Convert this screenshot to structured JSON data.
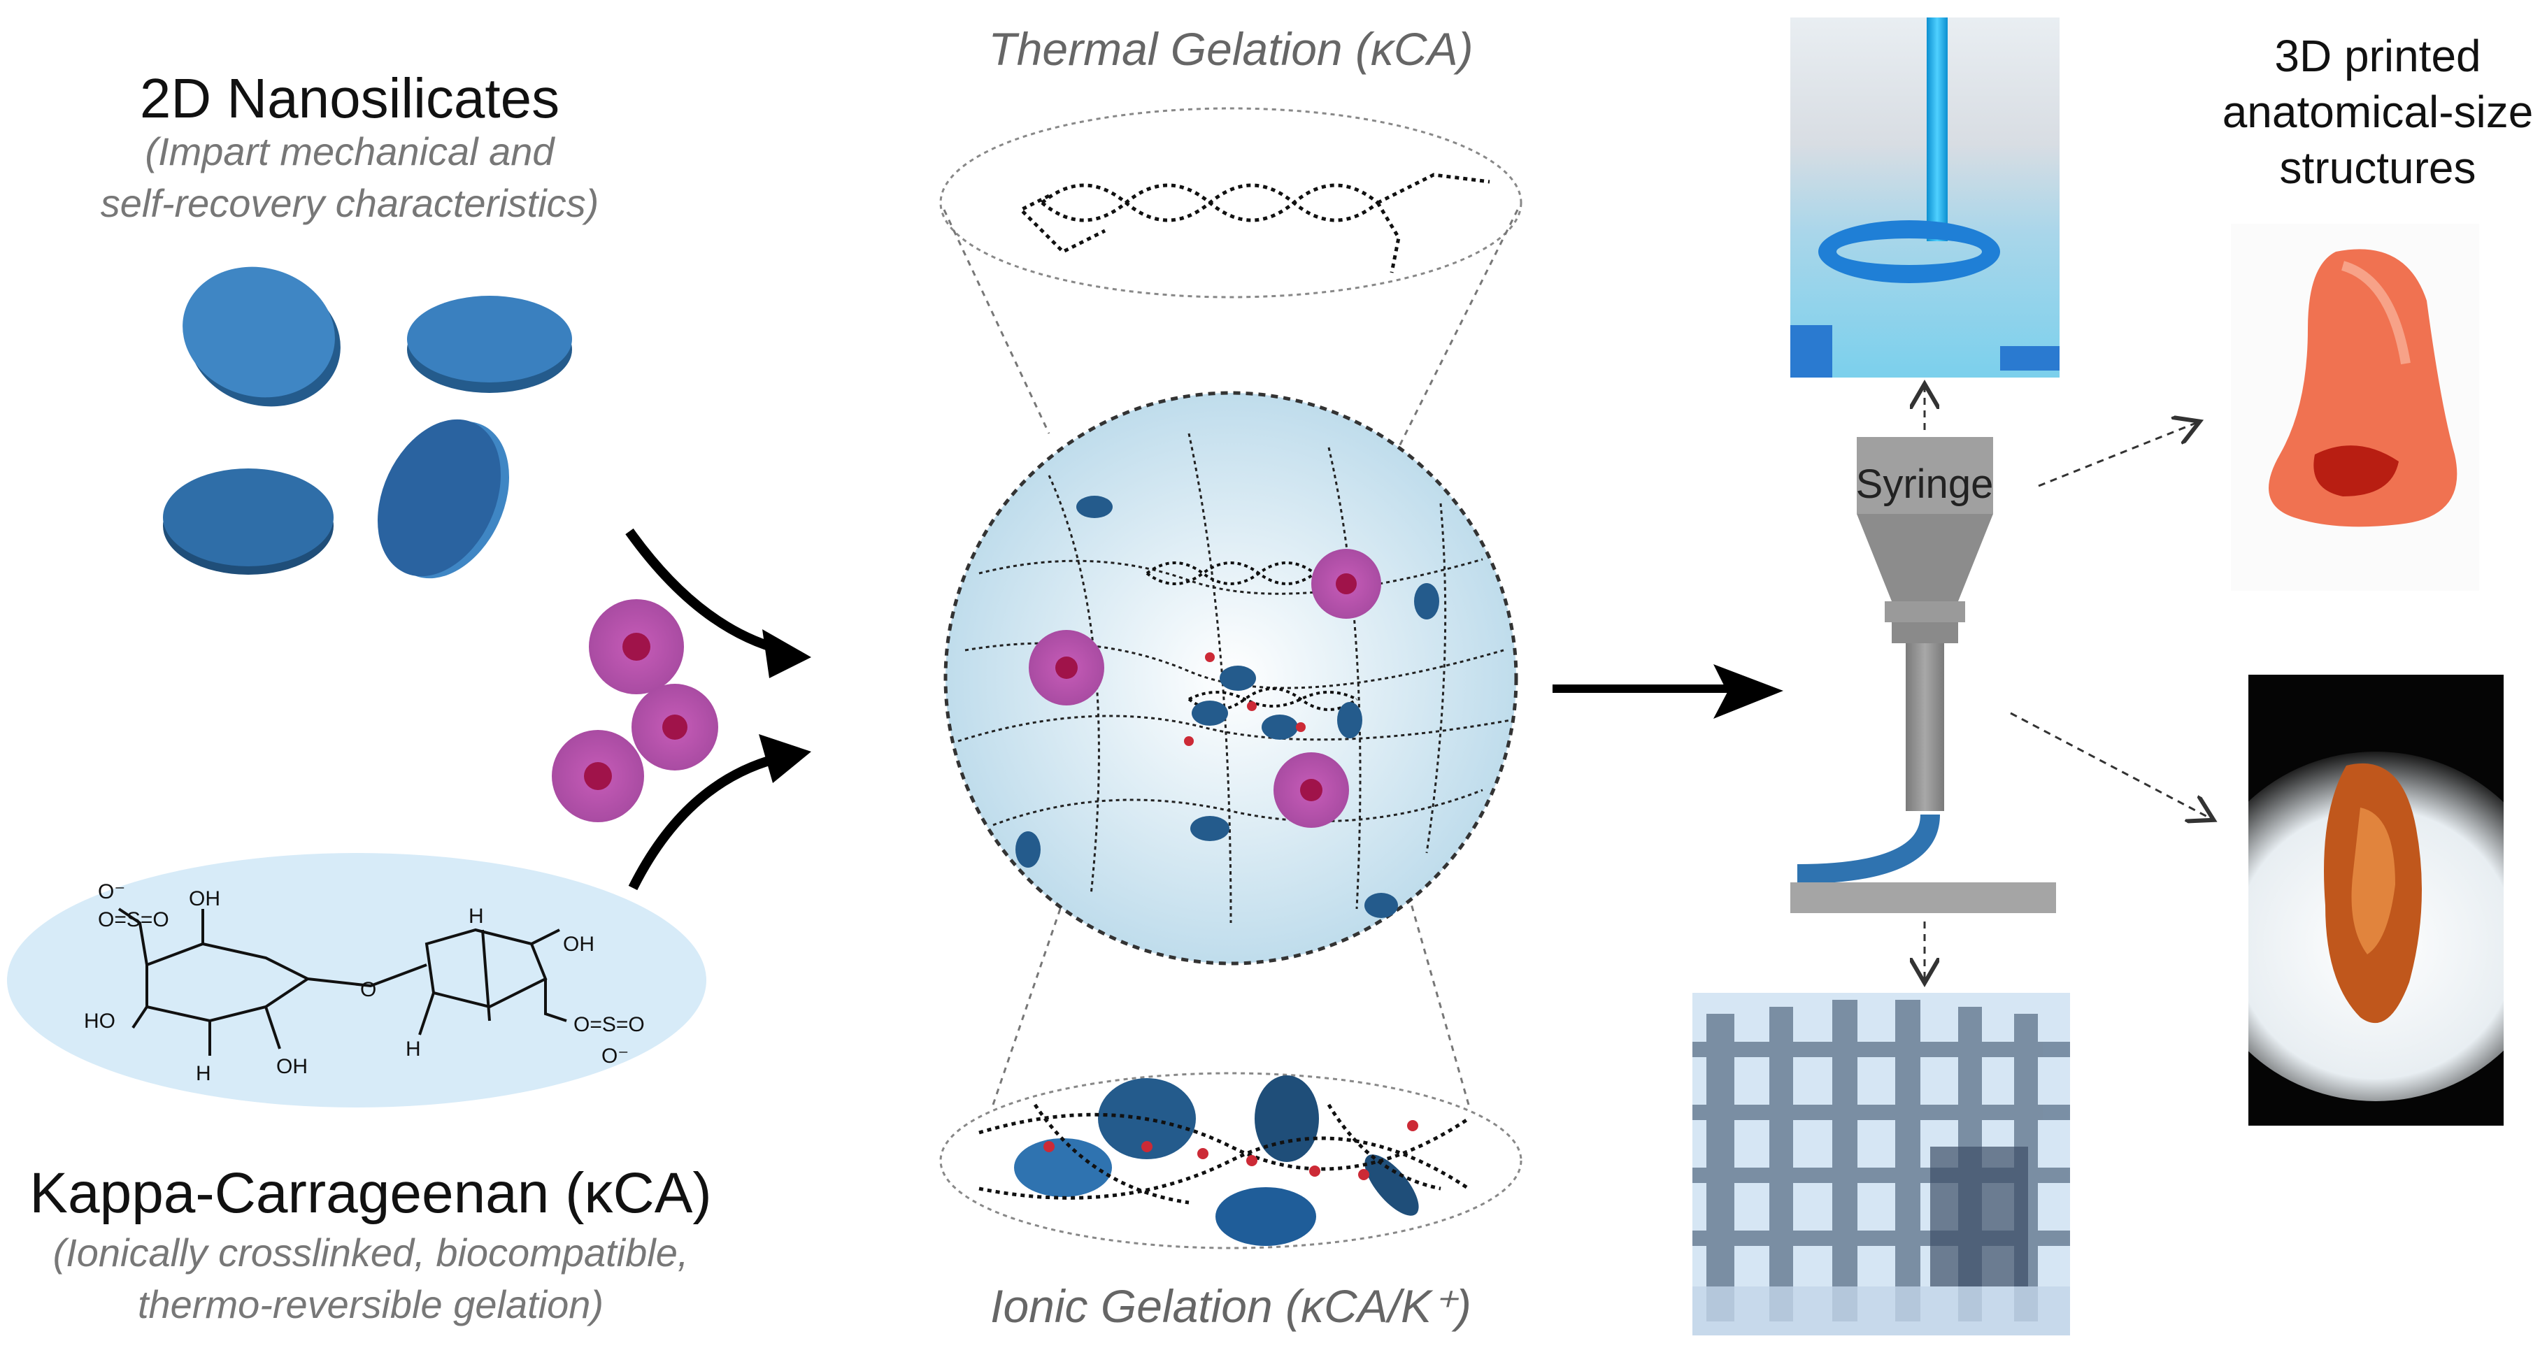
{
  "nanosilicates": {
    "title": "2D Nanosilicates",
    "subtitle_line1": "(Impart mechanical and",
    "subtitle_line2": "self-recovery characteristics)"
  },
  "kappa": {
    "title": "Kappa-Carrageenan (κCA)",
    "subtitle_line1": "(Ionically crosslinked, biocompatible,",
    "subtitle_line2": "thermo-reversible gelation)"
  },
  "gelation": {
    "thermal": "Thermal Gelation (κCA)",
    "ionic": "Ionic Gelation (κCA/K⁺)"
  },
  "syringe_label": "Syringe",
  "printed": {
    "line1": "3D printed",
    "line2": "anatomical-size",
    "line3": "structures"
  },
  "molecule_labels": {
    "so3_top": "O=S=O",
    "o_minus": "O⁻",
    "oh": "OH",
    "ho": "HO",
    "h": "H",
    "o": "O"
  },
  "colors": {
    "nanodisc": "#2f73b0",
    "nanodisc_dark": "#245b8c",
    "cell": "#b04aa6",
    "cell_nucleus": "#a0134a",
    "network_bg": "#dcecf6",
    "molecule_bg": "#d7ebf8"
  }
}
